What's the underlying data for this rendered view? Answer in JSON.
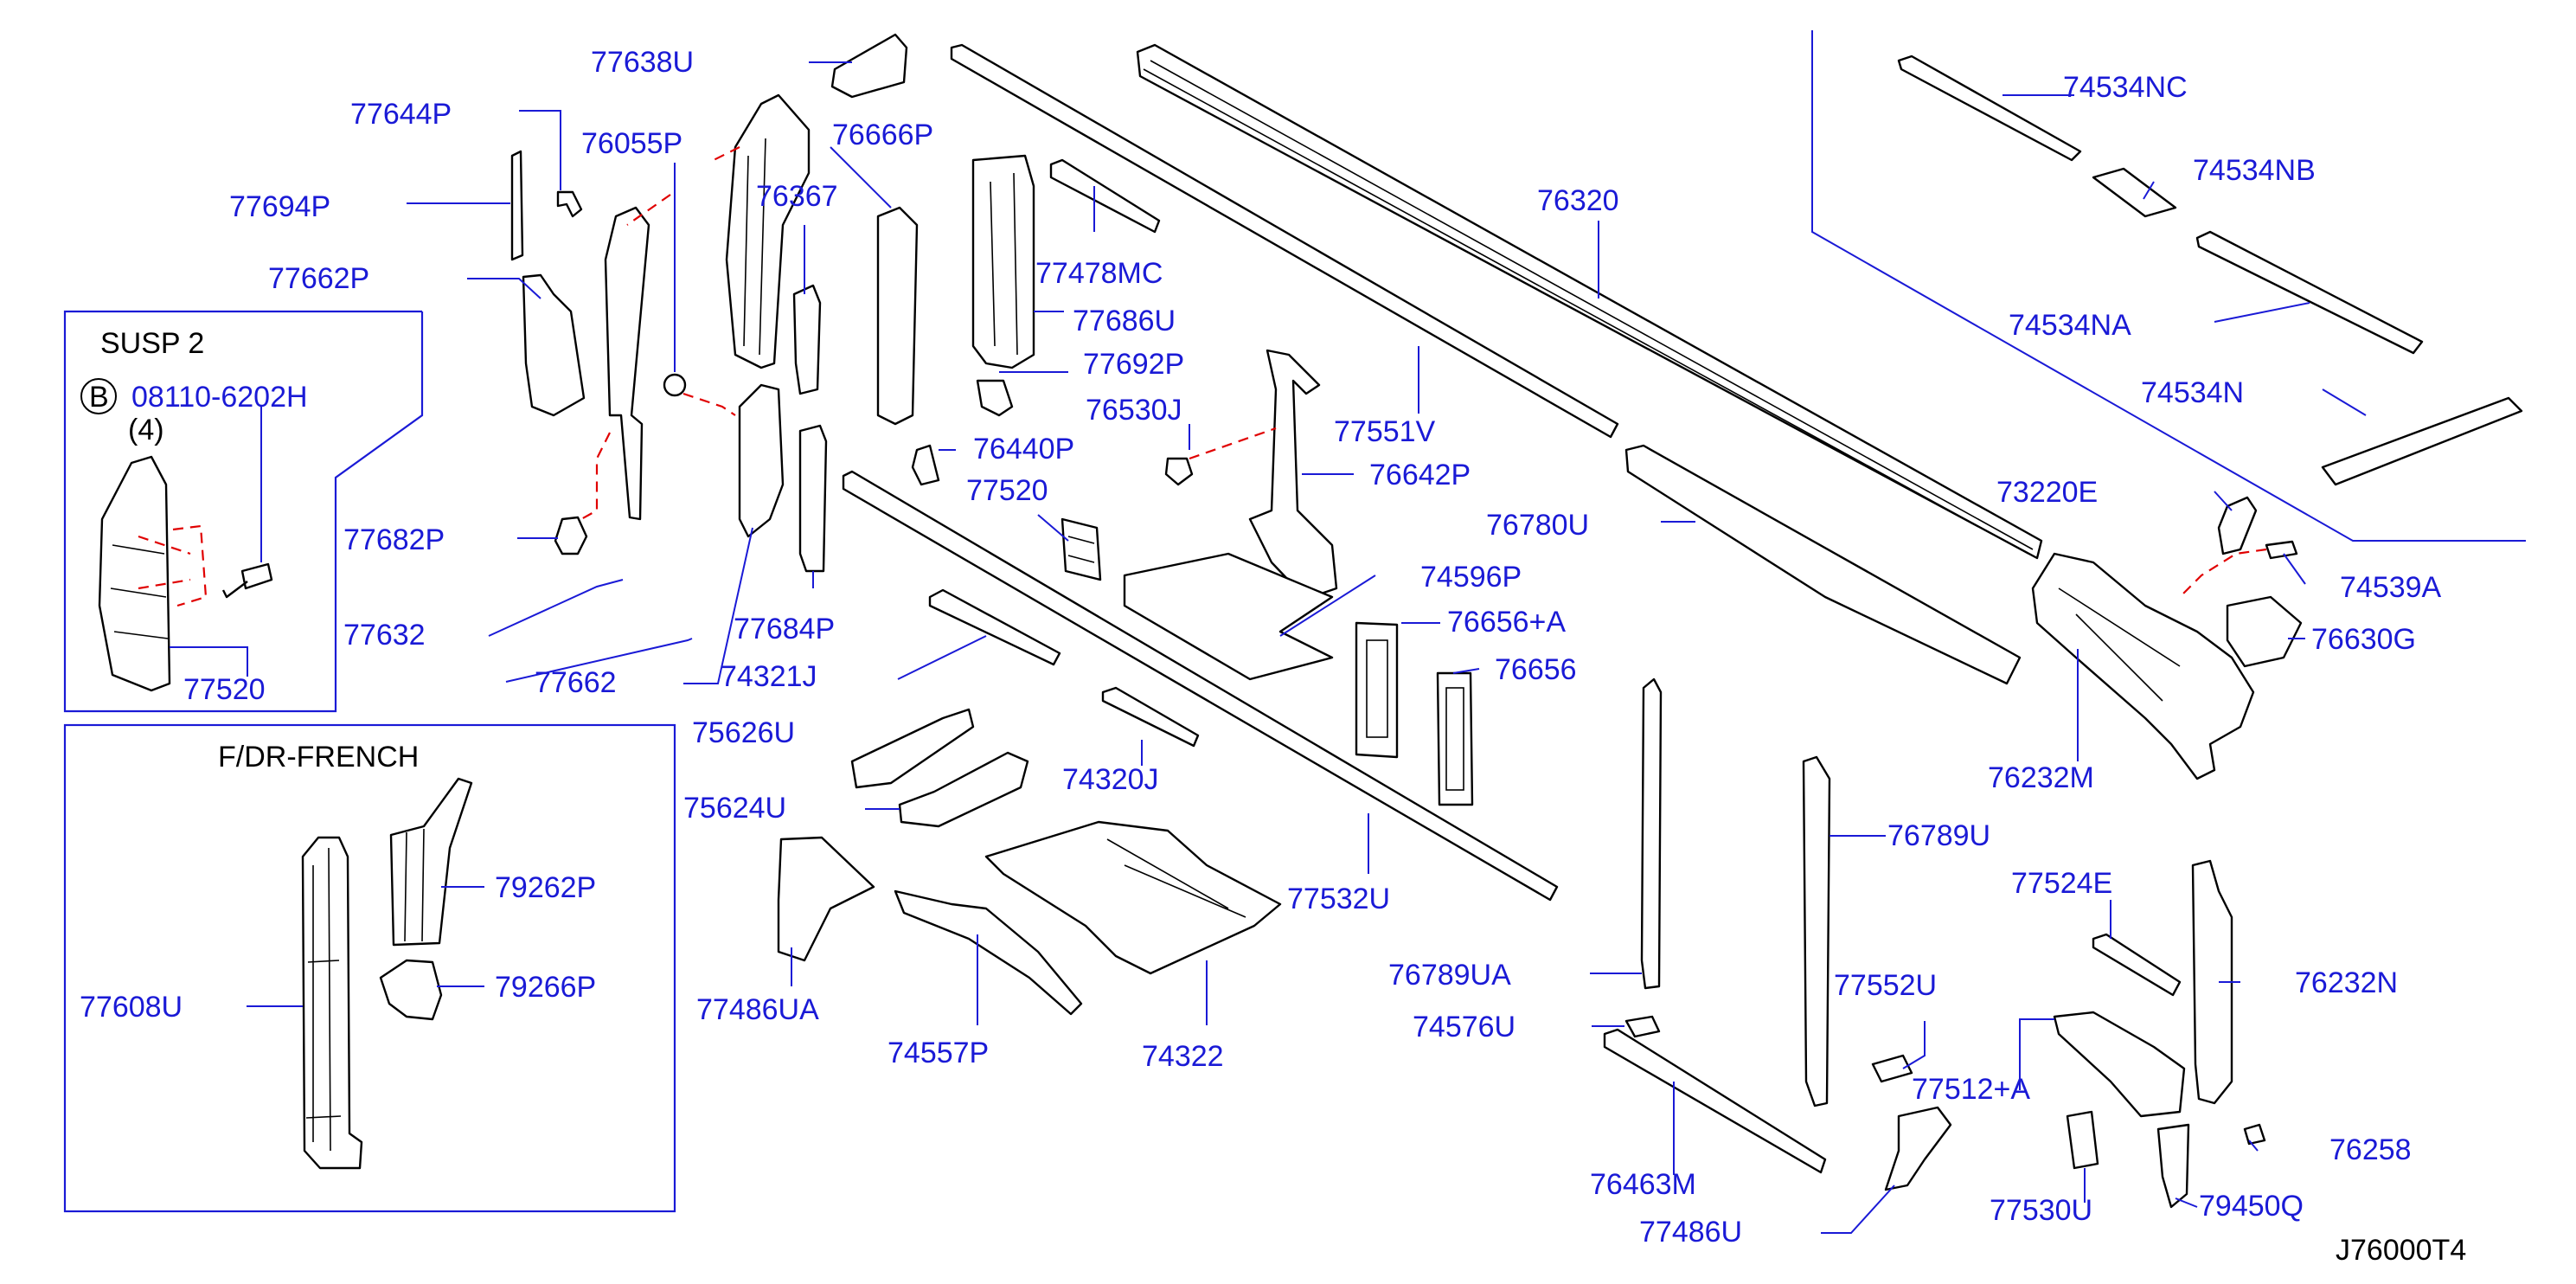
{
  "sheet_code": "J76000T4",
  "insets": {
    "susp": {
      "title": "SUSP   2",
      "bolt_circle_letter": "B",
      "bolt_part": "08110-6202H",
      "bolt_qty": "(4)",
      "bracket_part": "77520"
    },
    "french": {
      "title": "F/DR-FRENCH"
    }
  },
  "labels": [
    "77638U",
    "77644P",
    "76055P",
    "76666P",
    "77694P",
    "76367",
    "77662P",
    "77478MC",
    "77686U",
    "77692P",
    "76530J",
    "76440P",
    "77520",
    "77551V",
    "76642P",
    "77682P",
    "77632",
    "77662",
    "74321J",
    "77684P",
    "76320",
    "76780U",
    "74596P",
    "76656+A",
    "76656",
    "75626U",
    "74320J",
    "75624U",
    "77532U",
    "77486UA",
    "74557P",
    "74322",
    "74534NC",
    "74534NB",
    "74534NA",
    "74534N",
    "73220E",
    "74539A",
    "76630G",
    "76232M",
    "76789U",
    "76789UA",
    "74576U",
    "77524E",
    "76232N",
    "77552U",
    "77512+A",
    "76258",
    "76463M",
    "77486U",
    "77530U",
    "79450Q",
    "79262P",
    "79266P",
    "77608U"
  ]
}
